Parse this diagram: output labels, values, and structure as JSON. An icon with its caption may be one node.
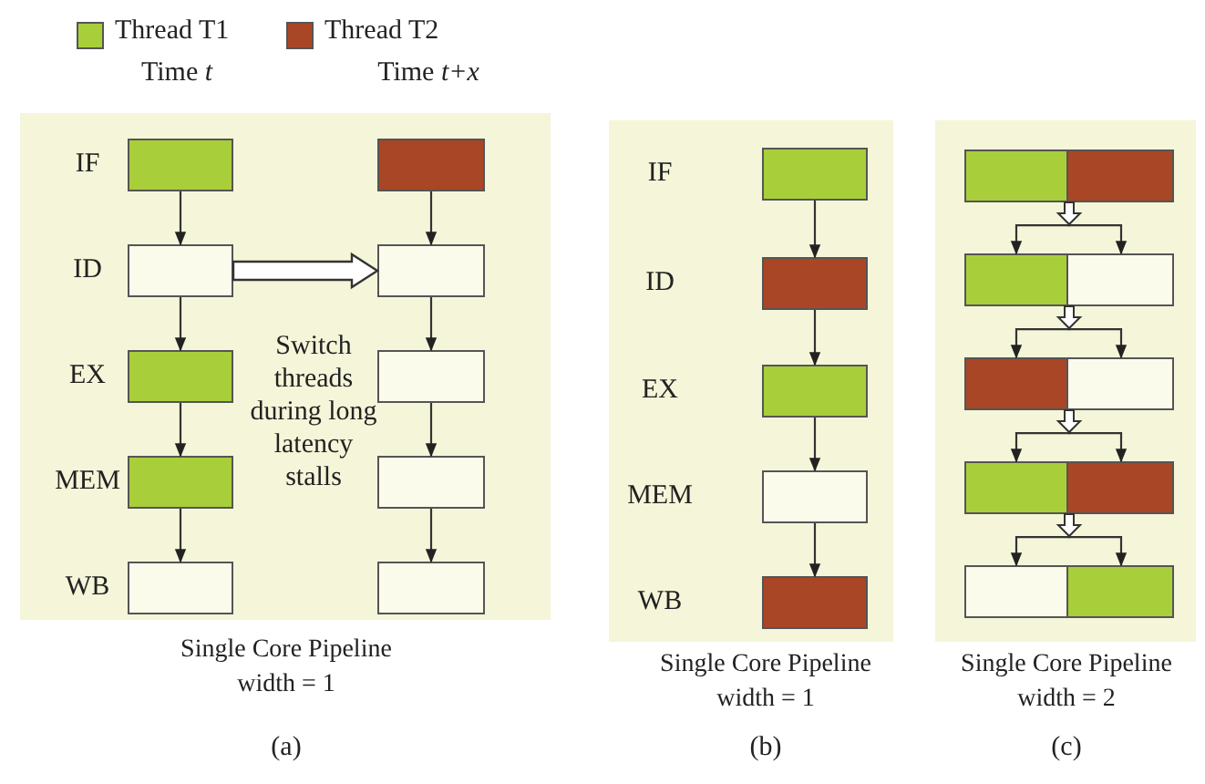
{
  "diagram": {
    "nodes": [
      {
        "text": [],
        "shape": "box",
        "beside": [
          "Single Core Pipeline width = 1"
        ]
      },
      {
        "text": [],
        "shape": "box",
        "in": 0
      },
      {
        "text": [],
        "shape": "box",
        "in": 0
      },
      {
        "text": [],
        "shape": "box",
        "in": 0
      },
      {
        "text": [],
        "shape": "box",
        "in": 0
      },
      {
        "text": [],
        "shape": "box",
        "in": 0
      },
      {
        "text": [],
        "shape": "box",
        "in": 0
      },
      {
        "text": [],
        "shape": "box",
        "in": 0
      },
      {
        "text": [],
        "shape": "box",
        "in": 0
      },
      {
        "text": [],
        "shape": "box",
        "in": 0
      },
      {
        "text": [],
        "shape": "box",
        "in": 0
      },
      {
        "text": [],
        "shape": "box",
        "beside": [
          "Single Core Pipeline width = 1"
        ]
      },
      {
        "text": [],
        "shape": "box",
        "in": 11
      },
      {
        "text": [],
        "shape": "box",
        "in": 11
      },
      {
        "text": [],
        "shape": "box",
        "in": 11
      },
      {
        "text": [],
        "shape": "box",
        "in": 11
      },
      {
        "text": [],
        "shape": "box",
        "in": 11
      },
      {
        "text": [],
        "shape": "box",
        "beside": [
          "Single Core Pipeline width = 2"
        ]
      },
      {
        "text": [],
        "shape": "box",
        "in": 17
      },
      {
        "text": [],
        "shape": "box",
        "in": 18
      },
      {
        "text": [],
        "shape": "box",
        "in": 18
      },
      {
        "text": [],
        "shape": "box",
        "in": 17
      },
      {
        "text": [],
        "shape": "box",
        "in": 21
      },
      {
        "text": [],
        "shape": "box",
        "in": 21
      },
      {
        "text": [],
        "shape": "box",
        "in": 17
      },
      {
        "text": [],
        "shape": "box",
        "in": 24
      },
      {
        "text": [],
        "shape": "box",
        "in": 24
      },
      {
        "text": [],
        "shape": "box",
        "in": 17
      },
      {
        "text": [],
        "shape": "box",
        "in": 27
      },
      {
        "text": [],
        "shape": "box",
        "in": 27
      },
      {
        "text": [],
        "shape": "box",
        "in": 17
      },
      {
        "text": [],
        "shape": "box",
        "in": 30
      },
      {
        "text": [],
        "shape": "box",
        "in": 30
      }
    ],
    "edges": [
      {
        "from": 1,
        "to": 2,
        "arrow": "to"
      },
      {
        "from": 2,
        "to": 3,
        "arrow": "to"
      },
      {
        "from": 3,
        "to": 4,
        "arrow": "to"
      },
      {
        "from": 4,
        "to": 5,
        "arrow": "to"
      },
      {
        "from": 2,
        "to": 7,
        "arrow": "to",
        "style": "thick"
      },
      {
        "from": 6,
        "to": 7,
        "arrow": "to"
      },
      {
        "from": 7,
        "to": 8,
        "arrow": "to"
      },
      {
        "from": 8,
        "to": 9,
        "arrow": "to"
      },
      {
        "from": 9,
        "to": 10,
        "arrow": "to"
      },
      {
        "from": 12,
        "to": 13,
        "arrow": "to"
      },
      {
        "from": 13,
        "to": 14,
        "arrow": "to"
      },
      {
        "from": 14,
        "to": 15,
        "arrow": "to"
      },
      {
        "from": 15,
        "to": 16,
        "arrow": "to"
      },
      {
        "from": 18,
        "to": 22,
        "arrow": "to"
      },
      {
        "from": 18,
        "to": 23,
        "arrow": "to"
      },
      {
        "from": 21,
        "to": 25,
        "arrow": "to"
      },
      {
        "from": 21,
        "to": 26,
        "arrow": "to"
      },
      {
        "from": 24,
        "to": 28,
        "arrow": "to"
      },
      {
        "from": 24,
        "to": 29,
        "arrow": "to"
      },
      {
        "from": 27,
        "to": 31,
        "arrow": "to"
      },
      {
        "from": 27,
        "to": 32,
        "arrow": "to"
      }
    ],
    "labels": [
      "Time *t*",
      "Time *t+x*",
      "IF",
      "ID",
      "EX",
      "MEM",
      "WB",
      "Switch threads during long latency stalls",
      "IF",
      "ID",
      "EX",
      "MEM",
      "WB",
      "(a)",
      "(b)",
      "(c)"
    ],
    "legend": [
      {
        "text": "Thread T1",
        "color": "#a8cf3a"
      },
      {
        "text": "Thread T2",
        "color": "#a94626"
      }
    ]
  }
}
